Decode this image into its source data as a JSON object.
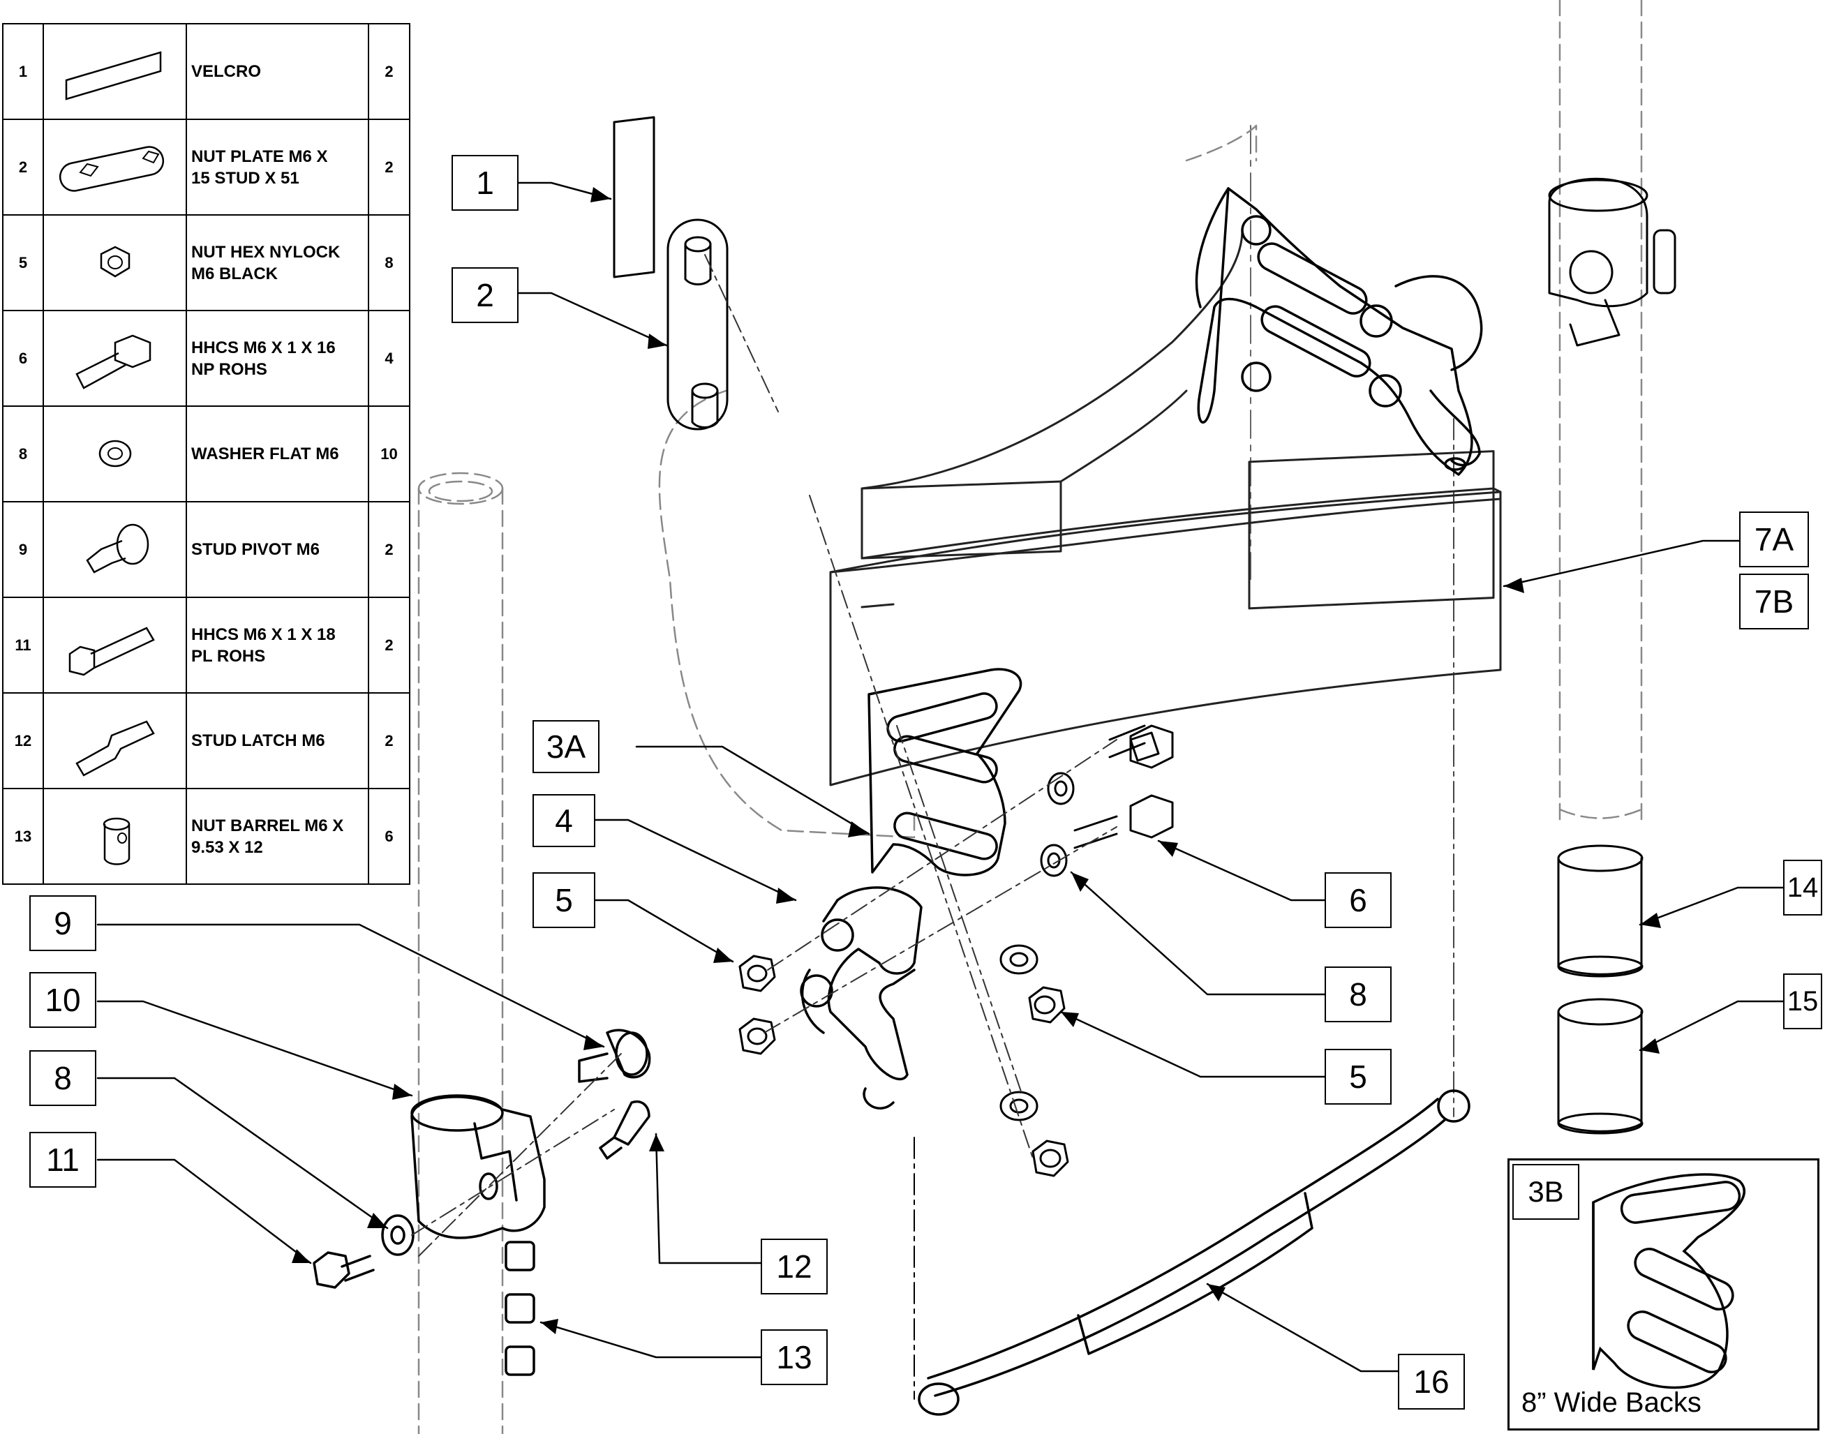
{
  "parts_table": {
    "rows": [
      {
        "no": "1",
        "icon": "velcro-strip-icon",
        "desc": [
          "VELCRO"
        ],
        "qty": "2"
      },
      {
        "no": "2",
        "icon": "nut-plate-icon",
        "desc": [
          "NUT PLATE M6 X",
          "15 STUD X 51"
        ],
        "qty": "2"
      },
      {
        "no": "5",
        "icon": "hex-nut-icon",
        "desc": [
          "NUT HEX NYLOCK",
          "M6 BLACK"
        ],
        "qty": "8"
      },
      {
        "no": "6",
        "icon": "hex-bolt-icon",
        "desc": [
          "HHCS M6 X 1 X 16",
          "NP ROHS"
        ],
        "qty": "4"
      },
      {
        "no": "8",
        "icon": "flat-washer-icon",
        "desc": [
          "WASHER FLAT M6"
        ],
        "qty": "10"
      },
      {
        "no": "9",
        "icon": "pivot-stud-icon",
        "desc": [
          "STUD PIVOT M6"
        ],
        "qty": "2"
      },
      {
        "no": "11",
        "icon": "hex-bolt-long-icon",
        "desc": [
          "HHCS M6 X 1 X 18",
          "PL ROHS"
        ],
        "qty": "2"
      },
      {
        "no": "12",
        "icon": "latch-stud-icon",
        "desc": [
          "STUD LATCH M6"
        ],
        "qty": "2"
      },
      {
        "no": "13",
        "icon": "barrel-nut-icon",
        "desc": [
          "NUT BARREL M6 X",
          "9.53 X 12"
        ],
        "qty": "6"
      }
    ]
  },
  "callouts": {
    "c1": "1",
    "c2": "2",
    "c3a": "3A",
    "c4": "4",
    "c5a": "5",
    "c5b": "5",
    "c6": "6",
    "c7a": "7A",
    "c7b": "7B",
    "c8a": "8",
    "c8b": "8",
    "c9": "9",
    "c10": "10",
    "c11": "11",
    "c12": "12",
    "c13": "13",
    "c14": "14",
    "c15": "15",
    "c16": "16",
    "c3b": "3B"
  },
  "inset": {
    "caption": "8” Wide Backs"
  }
}
